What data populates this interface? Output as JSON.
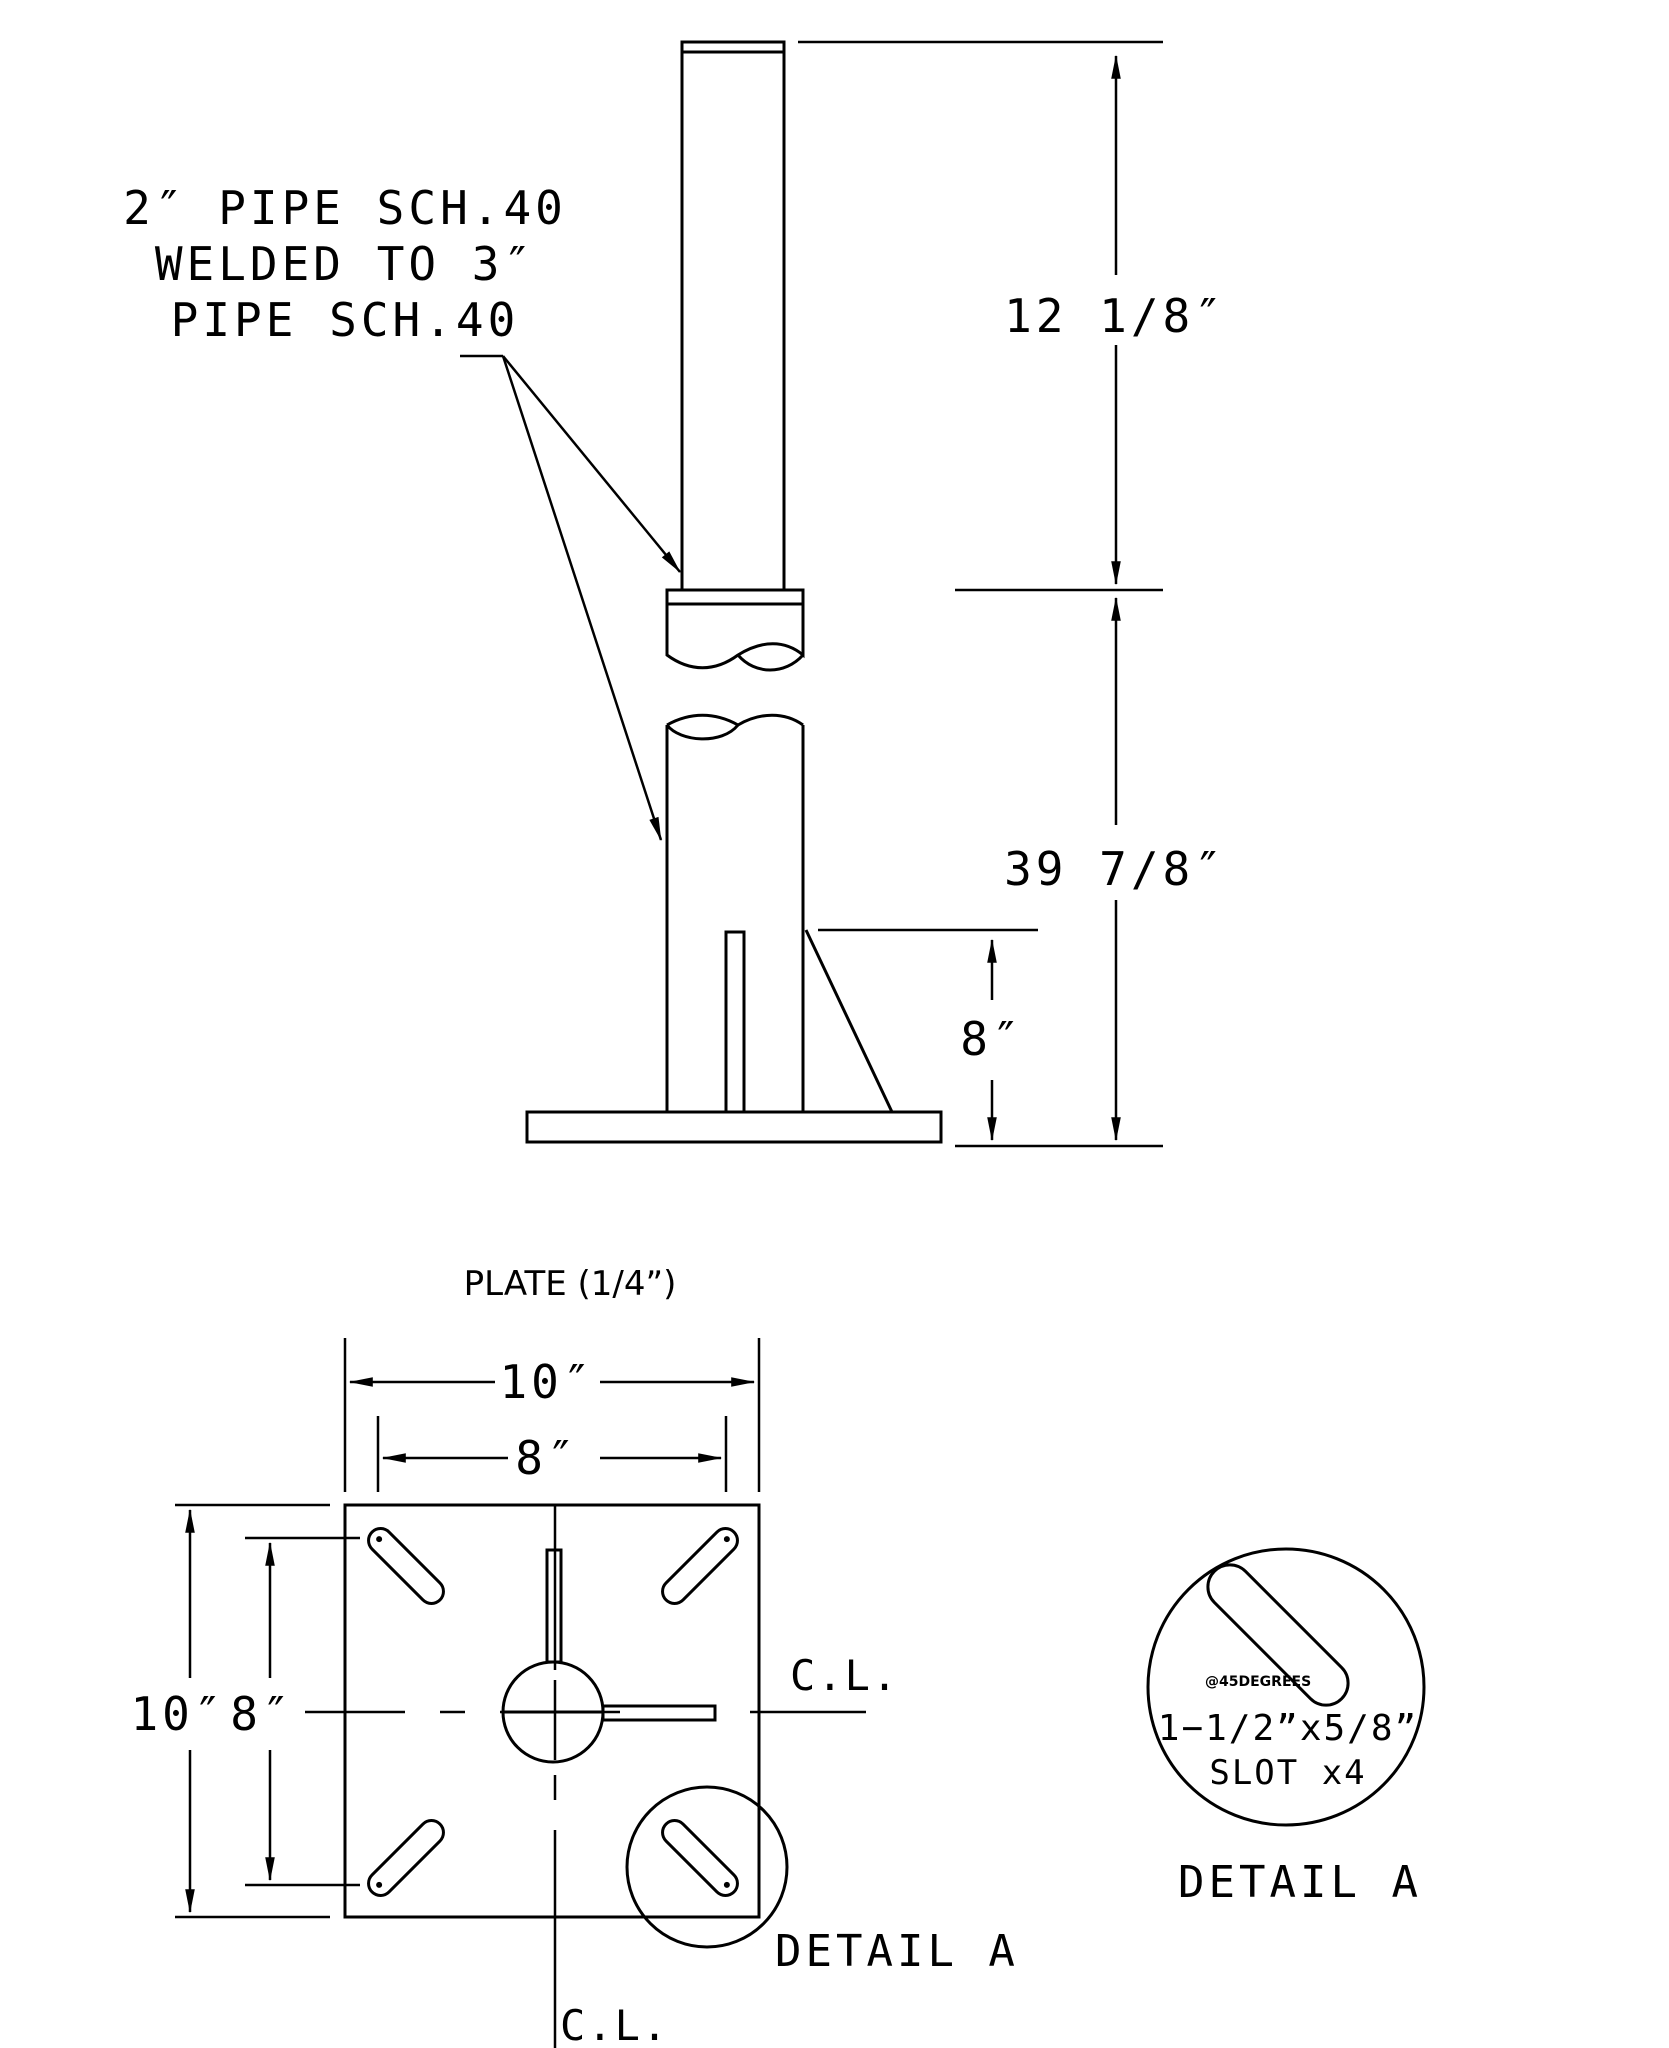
{
  "callout": {
    "line1": "2″ PIPE SCH.40",
    "line2": "WELDED TO 3″",
    "line3": "PIPE SCH.40"
  },
  "dimensions": {
    "upper": "12 1/8″",
    "lower": "39 7/8″",
    "gusset": "8″"
  },
  "plate": {
    "title": "PLATE (1/4”)",
    "width_outer": "10″",
    "width_inner": "8″",
    "height_outer": "10″",
    "height_inner": "8″",
    "cl_right": "C.L.",
    "cl_bottom": "C.L.",
    "detail_ref": "DETAIL A"
  },
  "detail": {
    "angle": "@45DEGREES",
    "slot_size": "1−1/2”x5/8”",
    "slot_count": "SLOT x4",
    "title": "DETAIL A"
  }
}
